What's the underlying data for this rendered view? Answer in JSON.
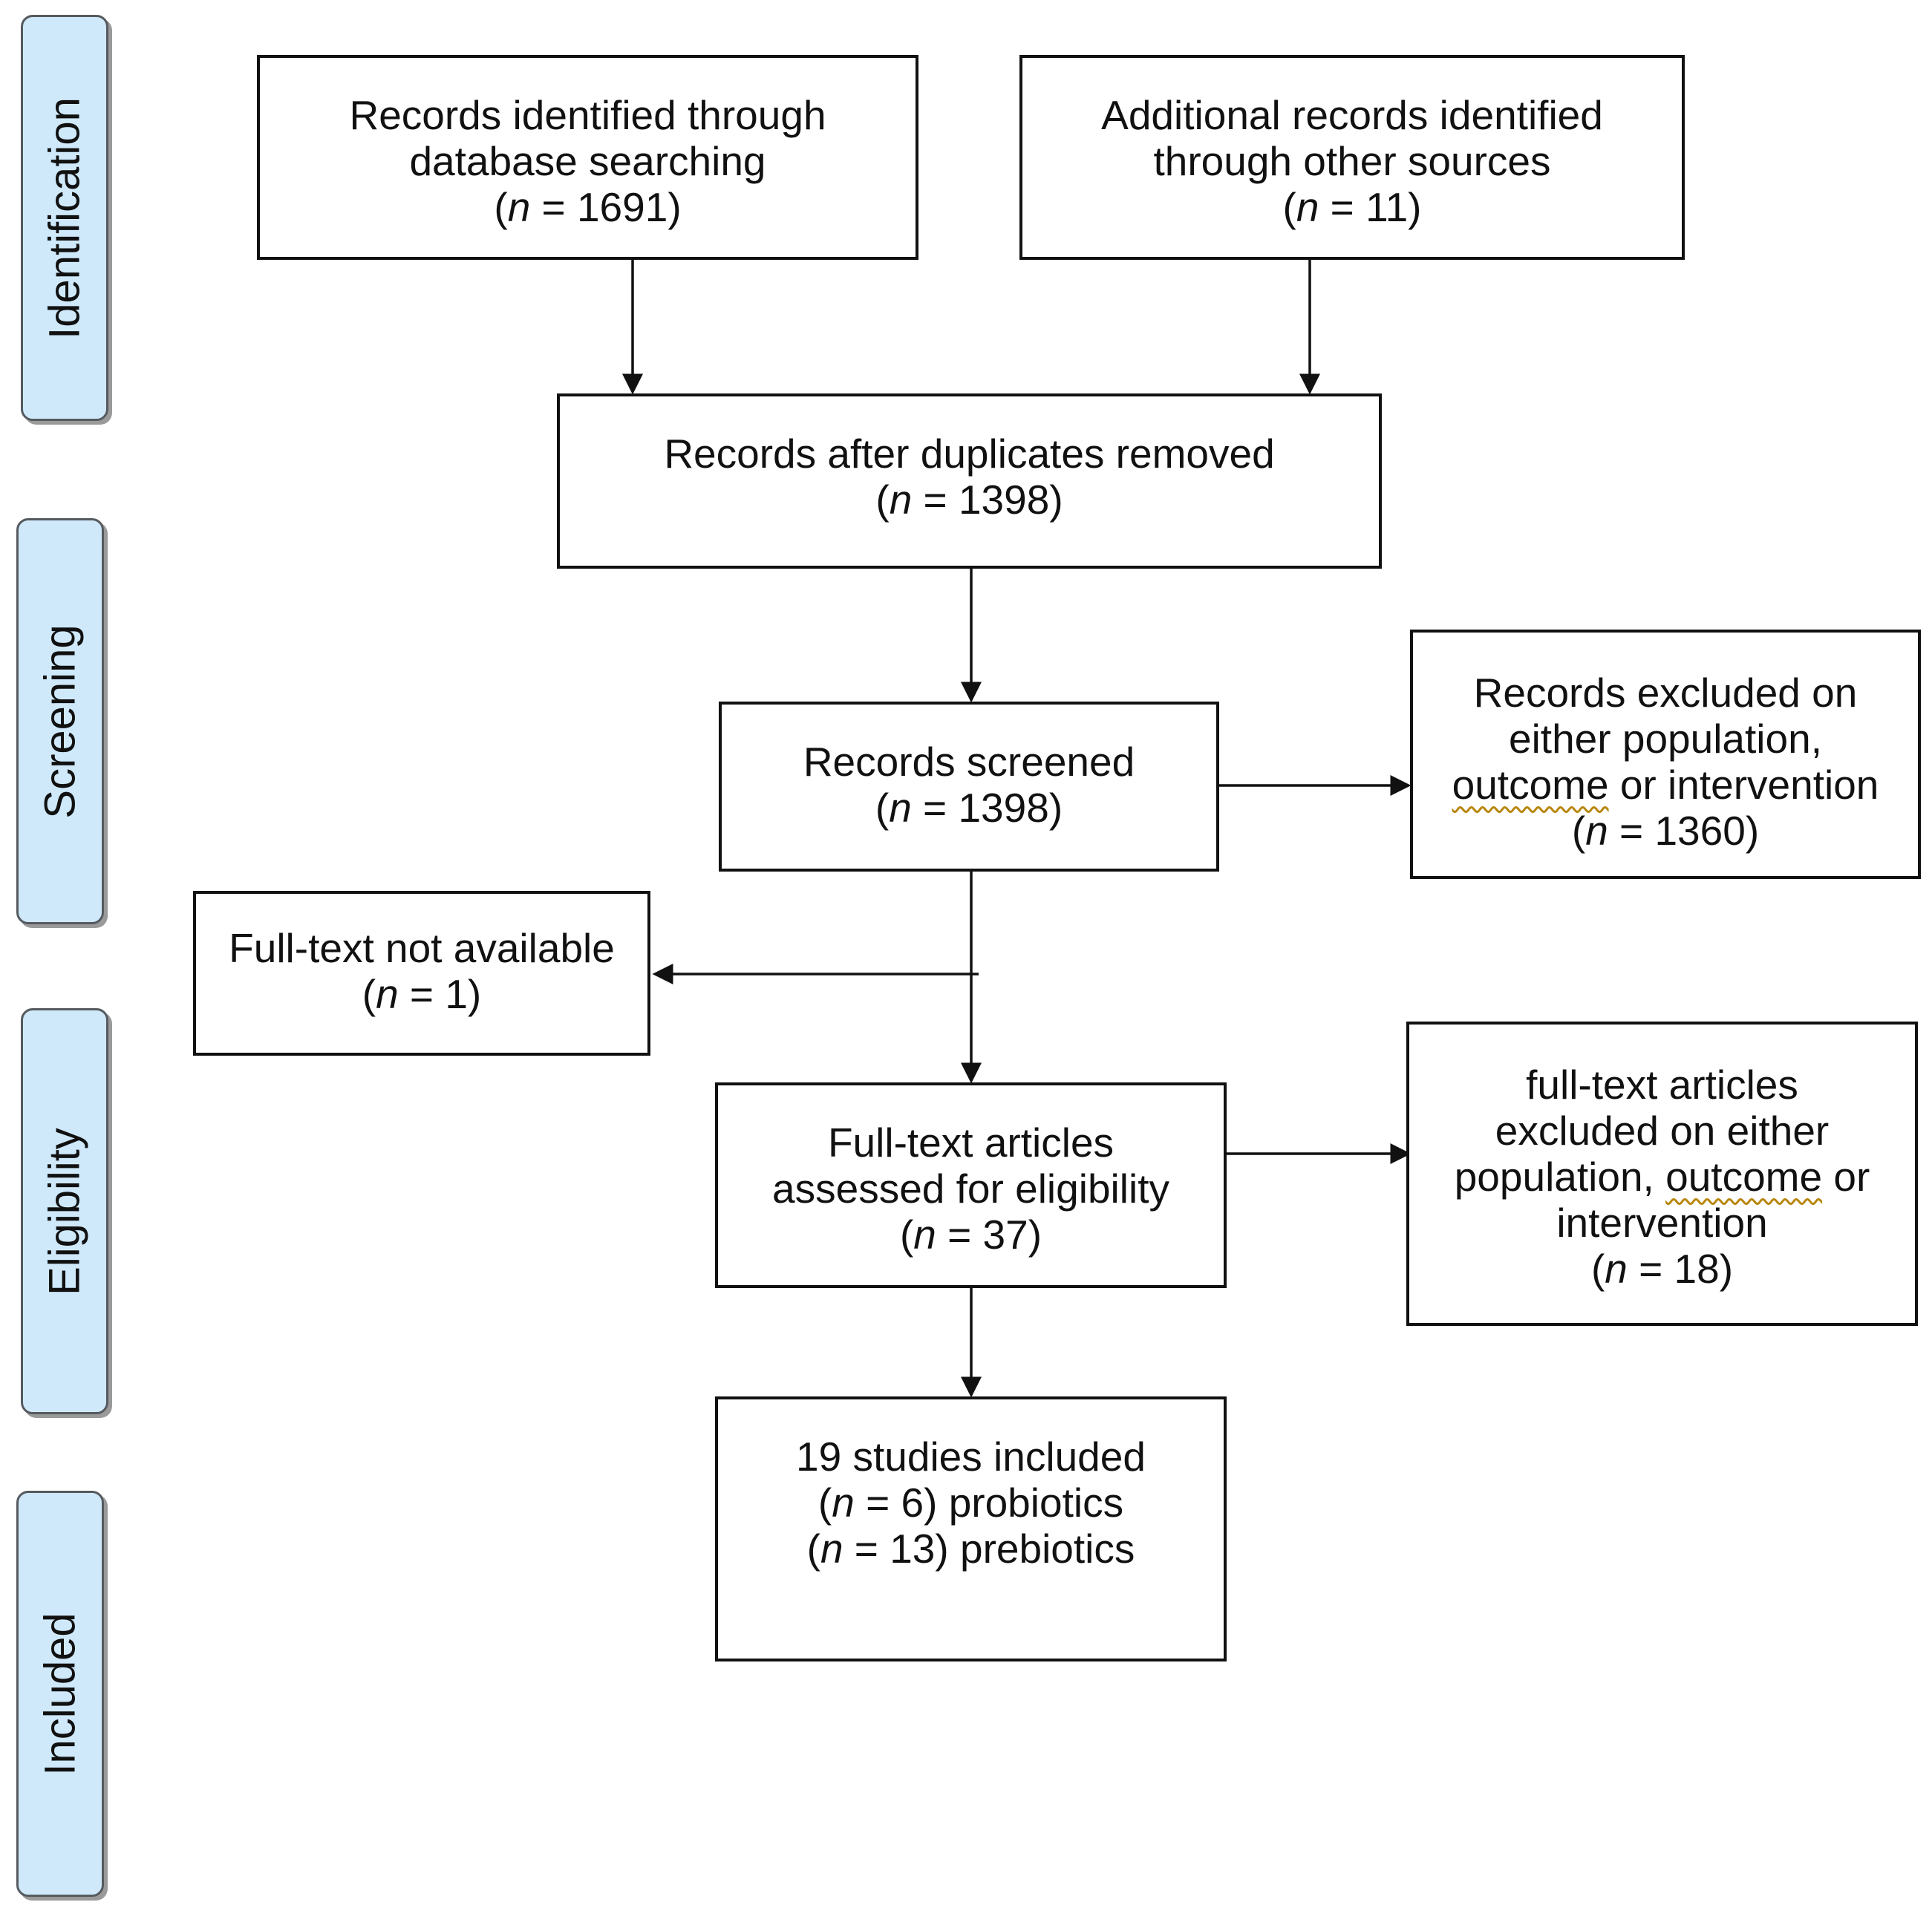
{
  "phases": [
    {
      "id": "identification",
      "label": "Identification"
    },
    {
      "id": "screening",
      "label": "Screening"
    },
    {
      "id": "eligibility",
      "label": "Eligibility"
    },
    {
      "id": "included",
      "label": "Included"
    }
  ],
  "boxes": {
    "database": {
      "lines": [
        "Records identified through",
        "database searching"
      ],
      "n_prefix": "(",
      "n_symbol": "n",
      "n_value": " = 1691)"
    },
    "other": {
      "lines": [
        "Additional records identified",
        "through other sources"
      ],
      "n_prefix": "(",
      "n_symbol": "n",
      "n_value": " = 11)"
    },
    "duplicates": {
      "lines": [
        "Records after duplicates removed"
      ],
      "n_prefix": "(",
      "n_symbol": "n",
      "n_value": " = 1398)"
    },
    "screened": {
      "lines": [
        "Records screened"
      ],
      "n_prefix": "(",
      "n_symbol": "n",
      "n_value": " = 1398)"
    },
    "excluded_screen": {
      "line1": "Records excluded on",
      "line2": "either population,",
      "line3_word": "outcome",
      "line3_rest": " or intervention",
      "n_prefix": "(",
      "n_symbol": "n",
      "n_value": " = 1360)"
    },
    "not_available": {
      "lines": [
        "Full-text not available"
      ],
      "n_prefix": "(",
      "n_symbol": "n",
      "n_value": " = 1)"
    },
    "assessed": {
      "lines": [
        "Full-text articles",
        "assessed for eligibility"
      ],
      "n_prefix": "(",
      "n_symbol": "n",
      "n_value": " = 37)"
    },
    "excluded_fulltext": {
      "line1": "full-text articles",
      "line2": "excluded on either",
      "line3_start": "population, ",
      "line3_word": "outcome",
      "line3_rest": " or",
      "line4": "intervention",
      "n_prefix": "(",
      "n_symbol": "n",
      "n_value": " = 18)"
    },
    "included": {
      "line1": "19 studies included",
      "probiotics_prefix": "(",
      "probiotics_symbol": "n",
      "probiotics_value": " = 6) probiotics",
      "prebiotics_prefix": "(",
      "prebiotics_symbol": "n",
      "prebiotics_value": " = 13) prebiotics"
    }
  }
}
